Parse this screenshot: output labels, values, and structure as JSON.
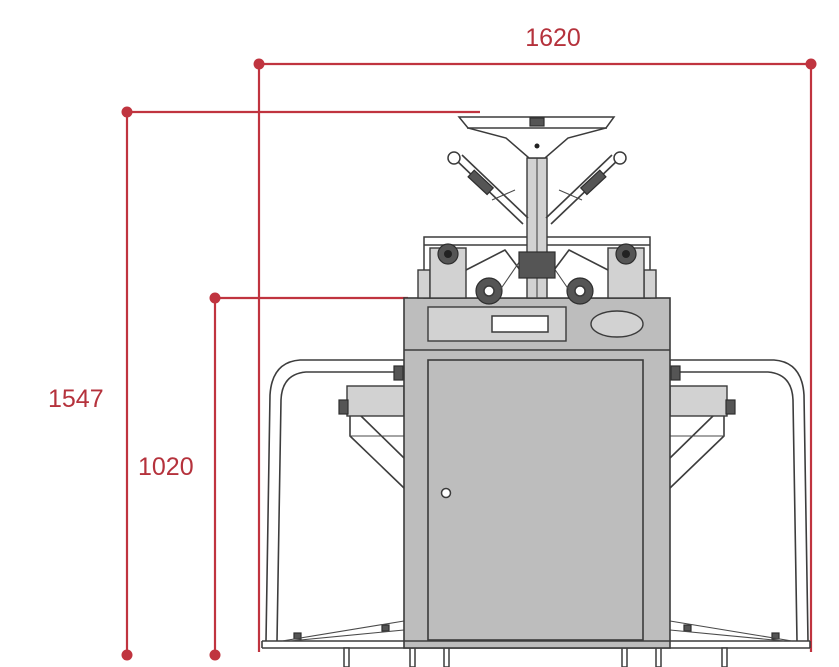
{
  "dimensions": {
    "overall_width": "1620",
    "overall_height": "1547",
    "table_height": "1020"
  },
  "colors": {
    "dimension_lines": "#c0343f",
    "machine_body": "#bdbdbd",
    "machine_outline": "#3b3b3b"
  }
}
